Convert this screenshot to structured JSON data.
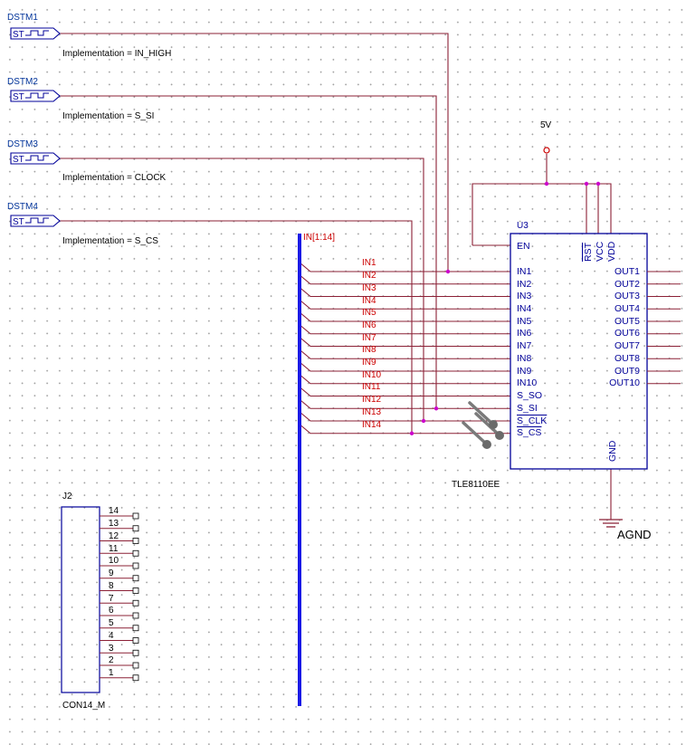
{
  "stimuli": [
    {
      "name": "DSTM1",
      "implementation": "Implementation = IN_HIGH"
    },
    {
      "name": "DSTM2",
      "implementation": "Implementation = S_SI"
    },
    {
      "name": "DSTM3",
      "implementation": "Implementation = CLOCK"
    },
    {
      "name": "DSTM4",
      "implementation": "Implementation = S_CS"
    }
  ],
  "stim_symbol_text": "ST",
  "power": {
    "label": "5V"
  },
  "bus": {
    "label": "IN[1:14]",
    "entries": [
      "IN1",
      "IN2",
      "IN3",
      "IN4",
      "IN5",
      "IN6",
      "IN7",
      "IN8",
      "IN9",
      "IN10",
      "IN11",
      "IN12",
      "IN13",
      "IN14"
    ]
  },
  "u3": {
    "refdes": "U3",
    "part": "TLE8110EE",
    "en_pin": "EN",
    "top_pins": [
      "RST",
      "VCC",
      "VDD"
    ],
    "gnd_pin": "GND",
    "left_pins": [
      "IN1",
      "IN2",
      "IN3",
      "IN4",
      "IN5",
      "IN6",
      "IN7",
      "IN8",
      "IN9",
      "IN10",
      "S_SO",
      "S_SI",
      "S_CLK",
      "S_CS"
    ],
    "right_pins": [
      "OUT1",
      "OUT2",
      "OUT3",
      "OUT4",
      "OUT5",
      "OUT6",
      "OUT7",
      "OUT8",
      "OUT9",
      "OUT10"
    ]
  },
  "ground": {
    "label": "AGND"
  },
  "j2": {
    "refdes": "J2",
    "part": "CON14_M",
    "pins": [
      "14",
      "13",
      "12",
      "11",
      "10",
      "9",
      "8",
      "7",
      "6",
      "5",
      "4",
      "3",
      "2",
      "1"
    ]
  },
  "colors": {
    "wire": "#8b2036",
    "bus": "#1a1ae6",
    "part_outline": "#000099",
    "junction": "#cc00cc",
    "bus_label": "#cc0000"
  }
}
